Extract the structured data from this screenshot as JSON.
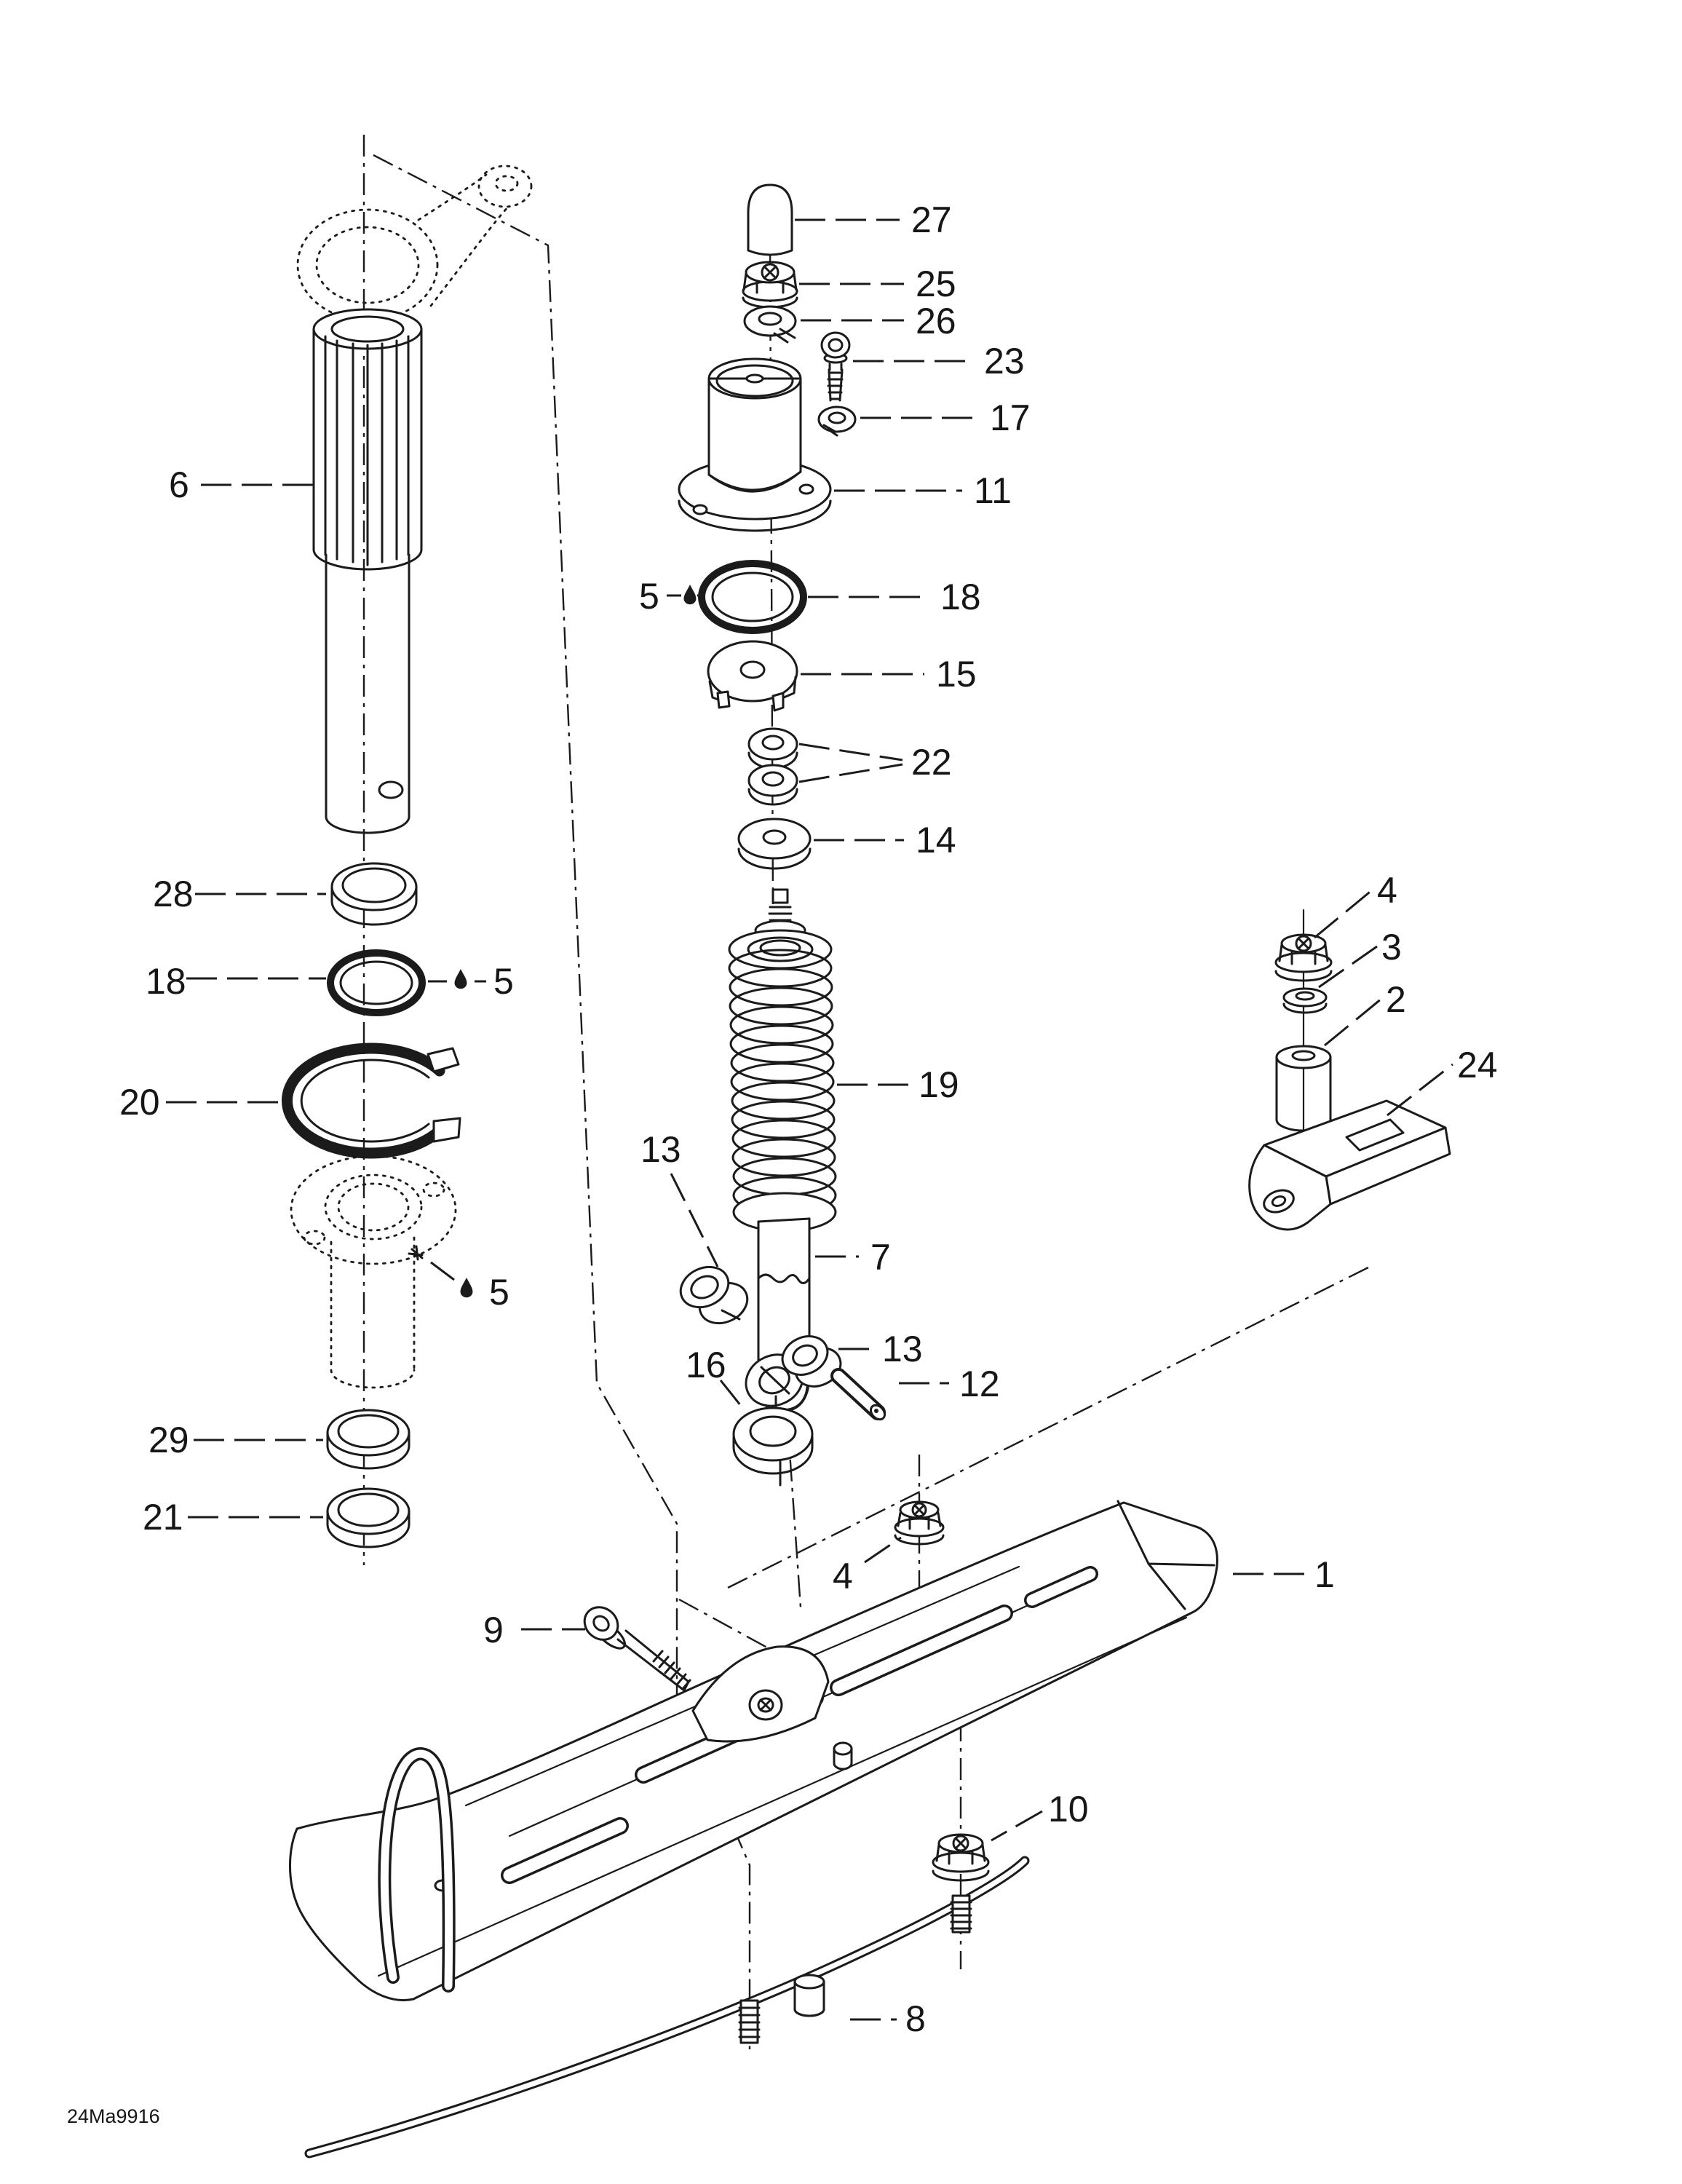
{
  "doc": {
    "code": "24Ma9916",
    "ink_color": "#1b1b1b",
    "paper_color": "#ffffff"
  },
  "callouts": [
    {
      "target": "rubber-cap",
      "text": "27"
    },
    {
      "target": "lock-nut-top",
      "text": "25"
    },
    {
      "target": "lock-washer-top",
      "text": "26"
    },
    {
      "target": "socket-screw",
      "text": "23"
    },
    {
      "target": "lock-washer-screw",
      "text": "17"
    },
    {
      "target": "flanged-cup",
      "text": "11"
    },
    {
      "target": "grease-top",
      "text": "5"
    },
    {
      "target": "o-ring-center",
      "text": "18"
    },
    {
      "target": "tabbed-cap",
      "text": "15"
    },
    {
      "target": "washer-pair",
      "text": "22"
    },
    {
      "target": "flat-washer",
      "text": "14"
    },
    {
      "target": "coil-spring",
      "text": "19"
    },
    {
      "target": "shock-body",
      "text": "7"
    },
    {
      "target": "bushing-left",
      "text": "13"
    },
    {
      "target": "bushing-right",
      "text": "13"
    },
    {
      "target": "pivot-pin",
      "text": "12"
    },
    {
      "target": "seal-ring",
      "text": "16"
    },
    {
      "target": "ski-leg",
      "text": "6"
    },
    {
      "target": "ring-upper",
      "text": "28"
    },
    {
      "target": "o-ring-left",
      "text": "18"
    },
    {
      "target": "grease-left",
      "text": "5"
    },
    {
      "target": "c-ring",
      "text": "20"
    },
    {
      "target": "grease-housing",
      "text": "5"
    },
    {
      "target": "ring-lower",
      "text": "29"
    },
    {
      "target": "ring-bottom",
      "text": "21"
    },
    {
      "target": "flange-nut-bracket",
      "text": "4"
    },
    {
      "target": "washer-bracket",
      "text": "3"
    },
    {
      "target": "bushing-bracket",
      "text": "2"
    },
    {
      "target": "stop-bracket",
      "text": "24"
    },
    {
      "target": "ski",
      "text": "1"
    },
    {
      "target": "flange-nut-ski",
      "text": "4"
    },
    {
      "target": "hex-bolt",
      "text": "9"
    },
    {
      "target": "flange-nut-runner",
      "text": "10"
    },
    {
      "target": "runner",
      "text": "8"
    }
  ]
}
